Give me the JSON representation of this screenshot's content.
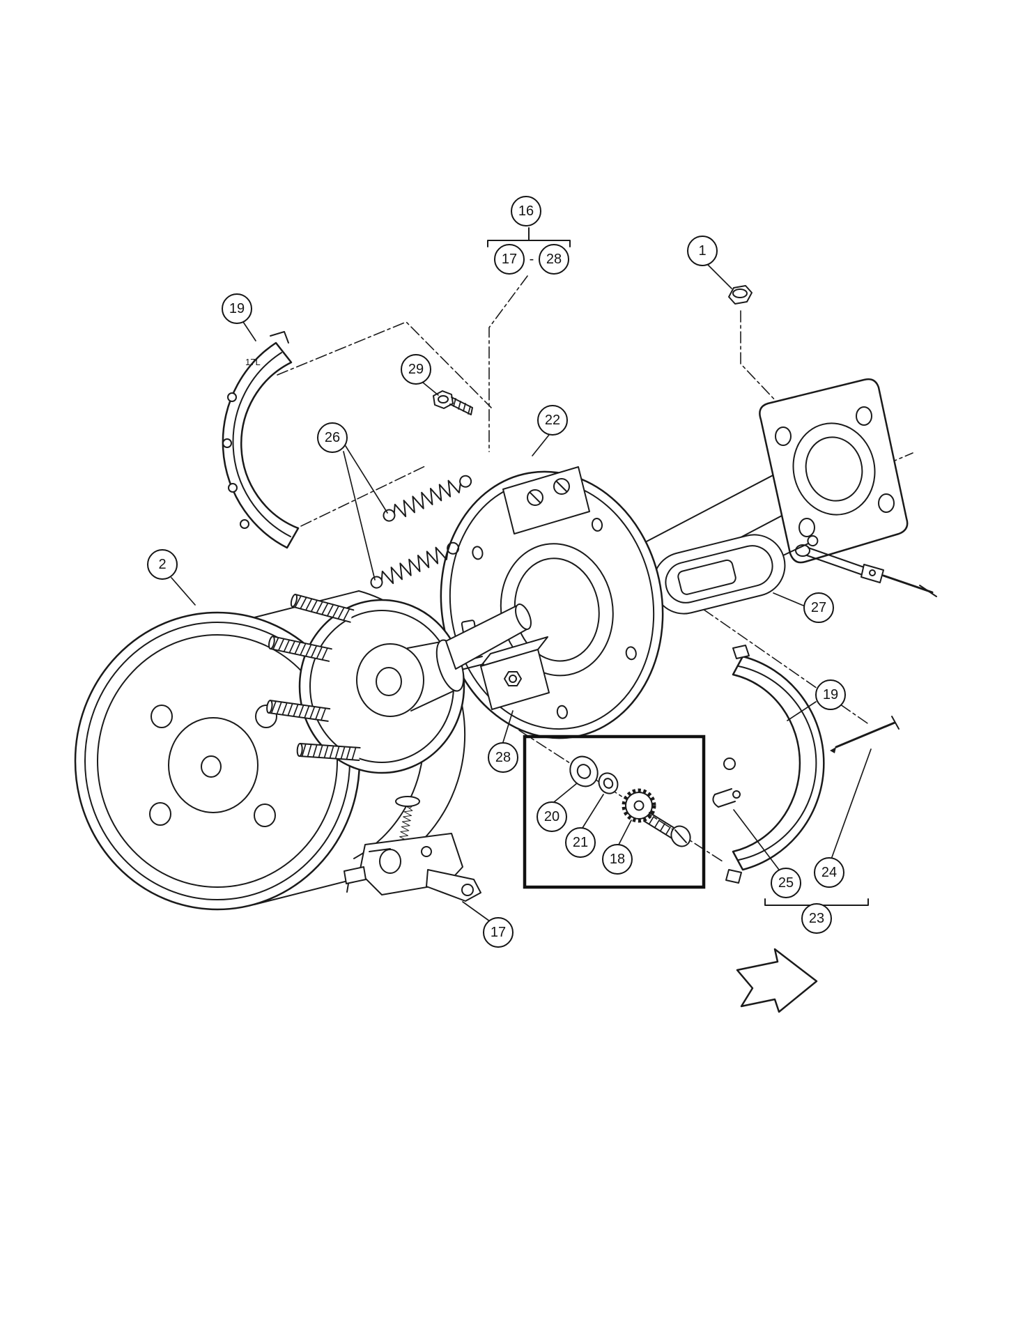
{
  "page": {
    "background": "#ffffff",
    "line_color": "#1a1a1a",
    "inset_border_color": "#111111"
  },
  "callouts": {
    "c1": {
      "label": "1"
    },
    "c2": {
      "label": "2"
    },
    "c16": {
      "label": "16"
    },
    "c17_range": {
      "label": "17"
    },
    "range_dash": {
      "label": "-"
    },
    "c28_range": {
      "label": "28"
    },
    "c17": {
      "label": "17"
    },
    "c18": {
      "label": "18"
    },
    "c19_left": {
      "label": "19"
    },
    "c19_right": {
      "label": "19"
    },
    "c20": {
      "label": "20"
    },
    "c21": {
      "label": "21"
    },
    "c22": {
      "label": "22"
    },
    "c23": {
      "label": "23"
    },
    "c24": {
      "label": "24"
    },
    "c25": {
      "label": "25"
    },
    "c26": {
      "label": "26"
    },
    "c27": {
      "label": "27"
    },
    "c28": {
      "label": "28"
    },
    "c29": {
      "label": "29"
    }
  },
  "markings": {
    "shoe_left": "17L"
  }
}
